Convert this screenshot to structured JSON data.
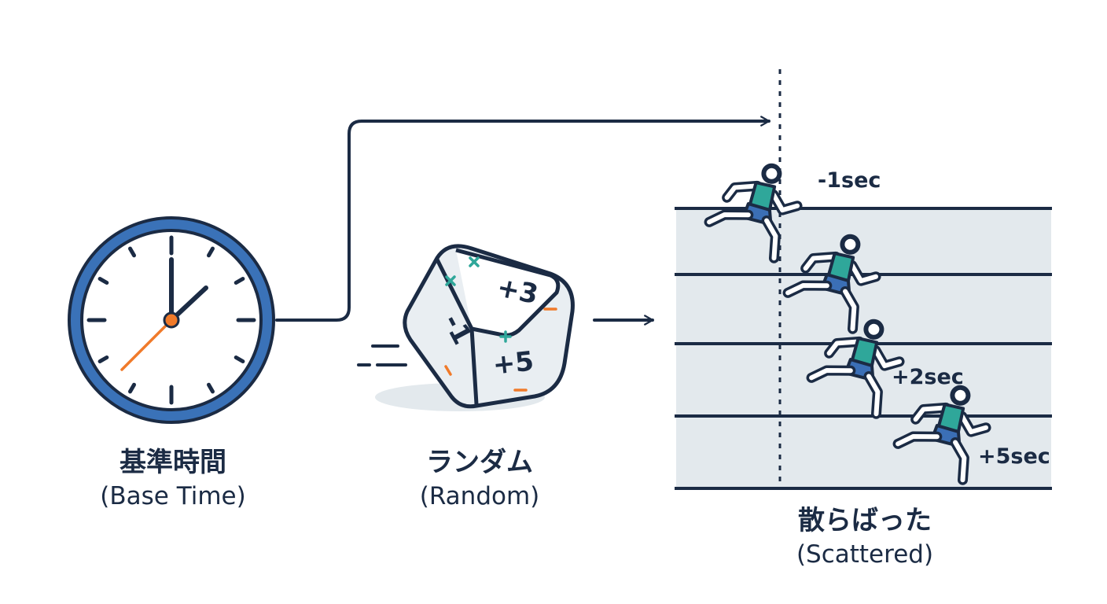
{
  "base": {
    "jp": "基準時間",
    "en": "(Base Time)"
  },
  "random": {
    "jp": "ランダム",
    "en": "(Random)"
  },
  "scattered": {
    "jp": "散らばった",
    "en": "(Scattered)"
  },
  "dice": {
    "face_top": "+3",
    "face_front": "+5",
    "face_left": "-1"
  },
  "offsets": [
    "-1sec",
    "+2sec",
    "+5sec"
  ],
  "icons": [
    "clock-icon",
    "dice-icon",
    "runner-icon",
    "arrow-icon"
  ],
  "colors": {
    "navy": "#1b2b44",
    "clock_ring": "#3a72b8",
    "accent_orange": "#f07a2a",
    "teal": "#2fa79a",
    "runner_blue": "#3b6fb6",
    "lane_fill": "#e3e9ed"
  }
}
